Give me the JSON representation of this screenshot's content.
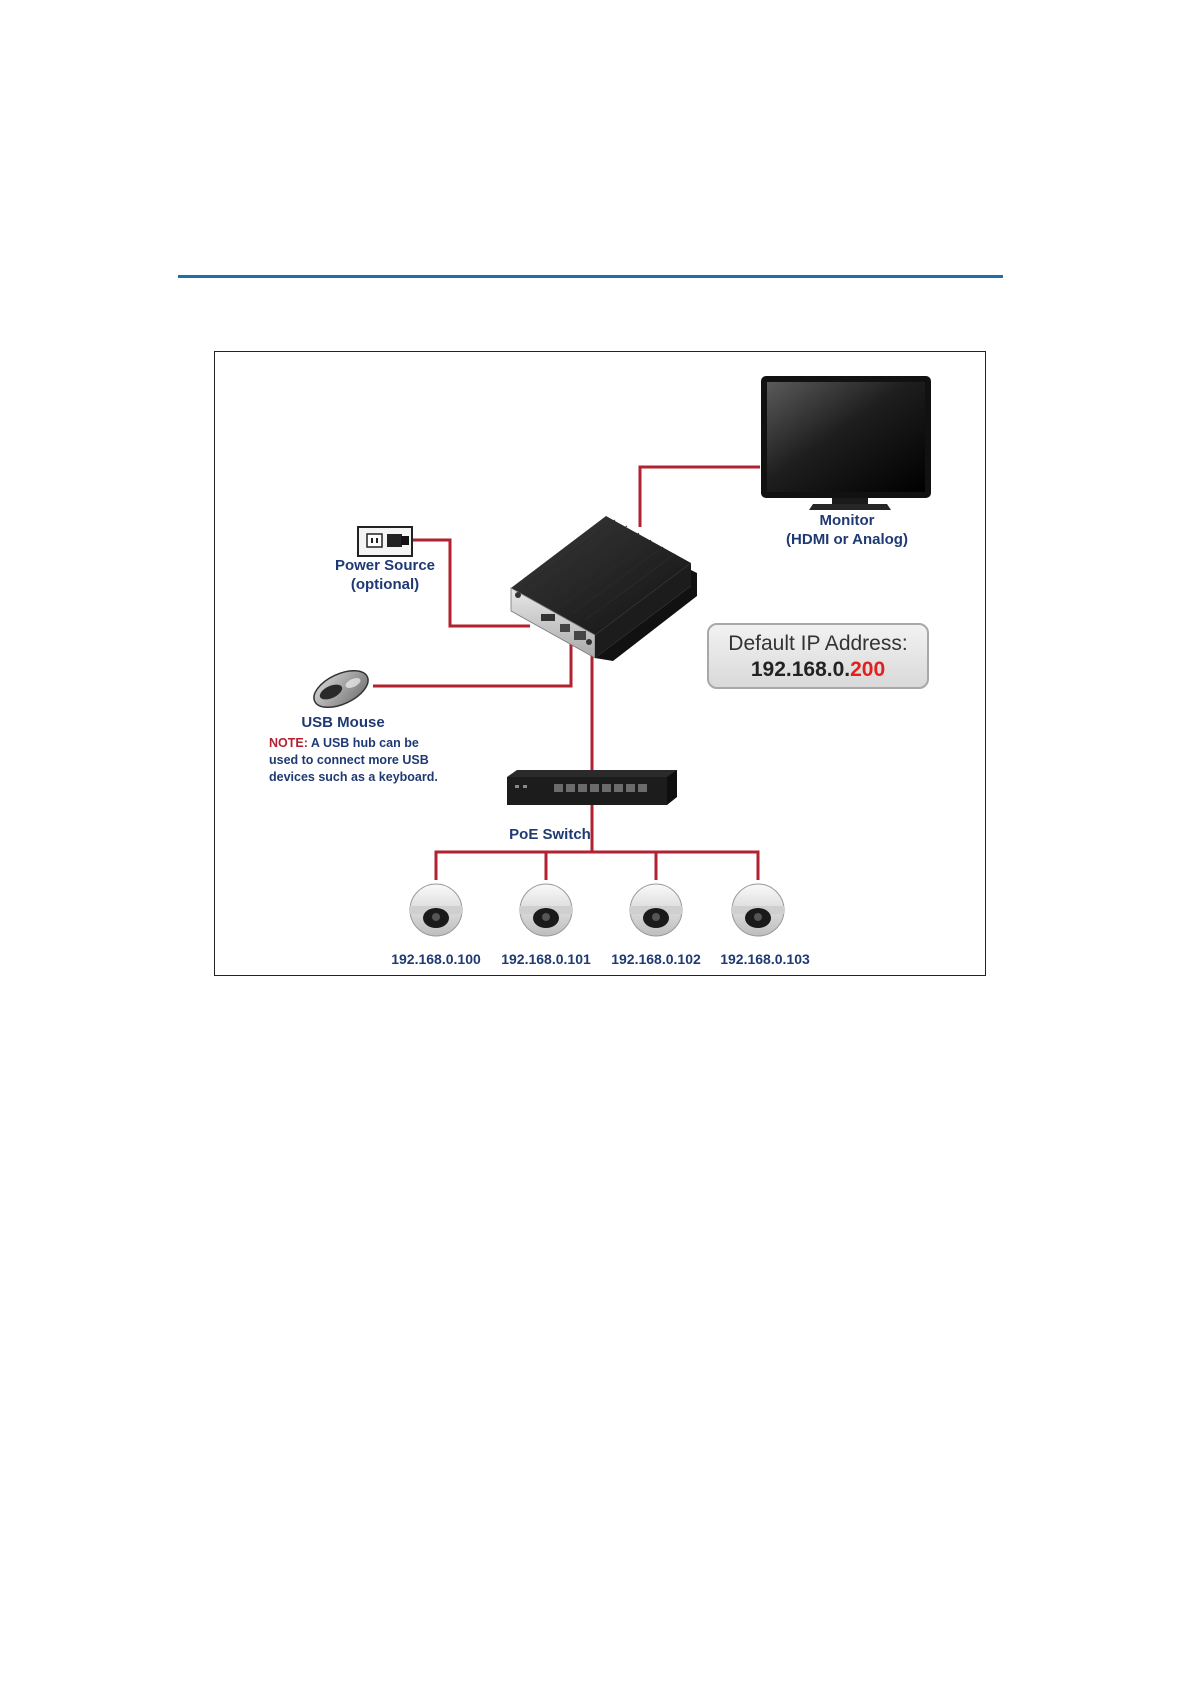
{
  "colors": {
    "rule": "#1f6fa8",
    "cable": "#b22230",
    "label_text": "#1f3a73",
    "note_accent": "#b22230",
    "ip_accent": "#e32020"
  },
  "diagram": {
    "monitor": {
      "name": "Monitor",
      "detail": "(HDMI or Analog)"
    },
    "power": {
      "name": "Power Source",
      "detail": "(optional)"
    },
    "mouse": {
      "name": "USB Mouse",
      "note_label": "NOTE:",
      "note_lines": [
        "A USB hub can be",
        "used to connect more USB",
        "devices such as a keyboard."
      ]
    },
    "switch": {
      "name": "PoE Switch"
    },
    "default_ip": {
      "title": "Default IP Address:",
      "prefix": "192.168.0.",
      "suffix": "200"
    },
    "cameras": [
      {
        "ip": "192.168.0.100"
      },
      {
        "ip": "192.168.0.101"
      },
      {
        "ip": "192.168.0.102"
      },
      {
        "ip": "192.168.0.103"
      }
    ]
  }
}
